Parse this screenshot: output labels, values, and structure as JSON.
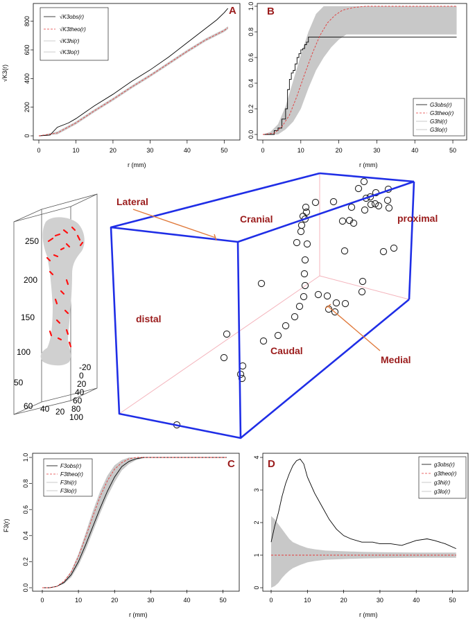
{
  "colors": {
    "envelope": "#c8c8c8",
    "theoretical": "#e23a3a",
    "observed": "#000000",
    "box_edge": "#1f2ee6",
    "box_inner": "#f4b4bc",
    "pointer": "#e07a3c",
    "label": "#9a1b1b",
    "bone": "#d0d0d0",
    "marker": "#ff1010"
  },
  "chart_data": [
    {
      "id": "A",
      "panel_letter": "A",
      "type": "line",
      "xlabel": "r (mm)",
      "ylabel": "√K3(r)",
      "xlim": [
        0,
        52
      ],
      "ylim": [
        0,
        900
      ],
      "xticks": [
        "0",
        "10",
        "20",
        "30",
        "40",
        "50"
      ],
      "yticks": [
        "0",
        "200",
        "400",
        "600",
        "800"
      ],
      "legend": {
        "placement": "top-left",
        "entries": [
          "√K3obs(r)",
          "√K3theo(r)",
          "√K3hi(r)",
          "√K3lo(r)"
        ]
      },
      "series": [
        {
          "name": "obs",
          "style": "solid-black",
          "x": [
            0,
            3,
            5,
            8,
            10,
            15,
            20,
            25,
            30,
            35,
            40,
            45,
            48,
            50,
            51
          ],
          "y": [
            0,
            5,
            60,
            90,
            120,
            210,
            290,
            380,
            460,
            550,
            650,
            750,
            810,
            860,
            890
          ]
        },
        {
          "name": "theo",
          "style": "dashed-red",
          "x": [
            0,
            5,
            10,
            15,
            20,
            25,
            30,
            35,
            40,
            45,
            50,
            51
          ],
          "y": [
            0,
            20,
            90,
            175,
            255,
            340,
            420,
            505,
            590,
            670,
            735,
            755
          ]
        },
        {
          "name": "hi",
          "style": "envelope",
          "x": [
            0,
            5,
            10,
            15,
            20,
            25,
            30,
            35,
            40,
            45,
            50,
            51
          ],
          "y": [
            0,
            30,
            100,
            185,
            265,
            350,
            430,
            515,
            600,
            680,
            745,
            765
          ]
        },
        {
          "name": "lo",
          "style": "envelope",
          "x": [
            0,
            5,
            10,
            15,
            20,
            25,
            30,
            35,
            40,
            45,
            50,
            51
          ],
          "y": [
            0,
            10,
            80,
            165,
            245,
            330,
            410,
            495,
            580,
            660,
            725,
            745
          ]
        }
      ]
    },
    {
      "id": "B",
      "panel_letter": "B",
      "type": "line",
      "xlabel": "r (mm)",
      "ylabel": "",
      "xlim": [
        0,
        52
      ],
      "ylim": [
        0,
        1
      ],
      "xticks": [
        "0",
        "10",
        "20",
        "30",
        "40",
        "50"
      ],
      "yticks": [
        "0.0",
        "0.2",
        "0.4",
        "0.6",
        "0.8",
        "1.0"
      ],
      "legend": {
        "placement": "bottom-right",
        "entries": [
          "G3obs(r)",
          "G3theo(r)",
          "G3hi(r)",
          "G3lo(r)"
        ]
      },
      "series": [
        {
          "name": "obs",
          "style": "step-black",
          "x": [
            0,
            2.5,
            3,
            4,
            5,
            6,
            6.5,
            7,
            7.5,
            8,
            8.5,
            9,
            9.5,
            10,
            10.5,
            11,
            11.5,
            12,
            13,
            14,
            51
          ],
          "y": [
            0,
            0,
            0.03,
            0.05,
            0.12,
            0.2,
            0.35,
            0.43,
            0.48,
            0.5,
            0.55,
            0.6,
            0.63,
            0.66,
            0.67,
            0.7,
            0.72,
            0.76,
            0.76,
            0.76,
            0.76
          ]
        },
        {
          "name": "theo",
          "style": "dashed-red",
          "x": [
            0,
            3,
            5,
            7,
            9,
            11,
            13,
            15,
            17,
            19,
            21,
            24,
            27,
            30,
            51
          ],
          "y": [
            0,
            0.01,
            0.06,
            0.15,
            0.3,
            0.47,
            0.63,
            0.77,
            0.87,
            0.93,
            0.97,
            0.99,
            1.0,
            1.0,
            1.0
          ]
        },
        {
          "name": "hi",
          "style": "envelope",
          "x": [
            0,
            2,
            4,
            6,
            8,
            10,
            12,
            14,
            16,
            51
          ],
          "y": [
            0,
            0.02,
            0.08,
            0.22,
            0.42,
            0.62,
            0.8,
            0.94,
            1.0,
            1.0
          ]
        },
        {
          "name": "lo",
          "style": "envelope",
          "x": [
            0,
            4,
            6,
            8,
            10,
            12,
            14,
            16,
            18,
            20,
            22,
            51
          ],
          "y": [
            0,
            0,
            0.04,
            0.1,
            0.2,
            0.36,
            0.5,
            0.6,
            0.68,
            0.74,
            0.78,
            0.78
          ]
        }
      ]
    },
    {
      "id": "C",
      "panel_letter": "C",
      "type": "line",
      "xlabel": "r (mm)",
      "ylabel": "F3(r)",
      "xlim": [
        0,
        52
      ],
      "ylim": [
        0,
        1
      ],
      "xticks": [
        "0",
        "10",
        "20",
        "30",
        "40",
        "50"
      ],
      "yticks": [
        "0.0",
        "0.2",
        "0.4",
        "0.6",
        "0.8",
        "1.0"
      ],
      "legend": {
        "placement": "top-left",
        "entries": [
          "F3obs(r)",
          "F3theo(r)",
          "F3hi(r)",
          "F3lo(r)"
        ]
      },
      "series": [
        {
          "name": "obs",
          "style": "solid-black",
          "x": [
            0,
            2,
            4,
            6,
            8,
            10,
            12,
            14,
            16,
            18,
            20,
            22,
            24,
            26,
            28,
            30,
            51
          ],
          "y": [
            0,
            0,
            0.01,
            0.04,
            0.1,
            0.2,
            0.33,
            0.47,
            0.61,
            0.74,
            0.85,
            0.93,
            0.97,
            0.99,
            1.0,
            1.0,
            1.0
          ]
        },
        {
          "name": "theo",
          "style": "dashed-red",
          "x": [
            0,
            2,
            4,
            6,
            8,
            10,
            12,
            14,
            16,
            18,
            20,
            22,
            24,
            26,
            28,
            30,
            51
          ],
          "y": [
            0,
            0,
            0.01,
            0.05,
            0.12,
            0.24,
            0.39,
            0.55,
            0.7,
            0.82,
            0.91,
            0.96,
            0.99,
            1.0,
            1.0,
            1.0,
            1.0
          ]
        },
        {
          "name": "hi",
          "style": "envelope",
          "x": [
            0,
            2,
            4,
            6,
            8,
            10,
            12,
            14,
            16,
            18,
            20,
            22,
            24,
            26,
            51
          ],
          "y": [
            0,
            0,
            0.01,
            0.05,
            0.13,
            0.26,
            0.42,
            0.59,
            0.74,
            0.86,
            0.94,
            0.98,
            1.0,
            1.0,
            1.0
          ]
        },
        {
          "name": "lo",
          "style": "envelope",
          "x": [
            0,
            2,
            4,
            6,
            8,
            10,
            12,
            14,
            16,
            18,
            20,
            22,
            24,
            26,
            28,
            30,
            51
          ],
          "y": [
            0,
            0,
            0.01,
            0.03,
            0.08,
            0.17,
            0.29,
            0.43,
            0.57,
            0.7,
            0.81,
            0.9,
            0.95,
            0.98,
            0.995,
            1.0,
            1.0
          ]
        }
      ]
    },
    {
      "id": "D",
      "panel_letter": "D",
      "type": "line",
      "xlabel": "r (mm)",
      "ylabel": "",
      "xlim": [
        0,
        52
      ],
      "ylim": [
        0,
        4
      ],
      "xticks": [
        "0",
        "10",
        "20",
        "30",
        "40",
        "50"
      ],
      "yticks": [
        "0",
        "1",
        "2",
        "3",
        "4"
      ],
      "legend": {
        "placement": "top-right",
        "entries": [
          "g3obs(r)",
          "g3theo(r)",
          "g3hi(r)",
          "g3lo(r)"
        ]
      },
      "series": [
        {
          "name": "obs",
          "style": "solid-black",
          "x": [
            0,
            1,
            2,
            3,
            4,
            5,
            6,
            7,
            8,
            9,
            10,
            12,
            14,
            16,
            18,
            20,
            22,
            25,
            28,
            30,
            33,
            36,
            40,
            43,
            45,
            48,
            51
          ],
          "y": [
            1.4,
            1.9,
            2.3,
            2.8,
            3.2,
            3.5,
            3.75,
            3.9,
            3.95,
            3.8,
            3.4,
            2.9,
            2.5,
            2.1,
            1.8,
            1.6,
            1.5,
            1.4,
            1.4,
            1.35,
            1.35,
            1.3,
            1.45,
            1.5,
            1.45,
            1.35,
            1.2
          ]
        },
        {
          "name": "theo",
          "style": "dashed-red",
          "x": [
            0,
            51
          ],
          "y": [
            1,
            1
          ]
        },
        {
          "name": "hi",
          "style": "envelope",
          "x": [
            0,
            1,
            2,
            3,
            4,
            5,
            6,
            8,
            10,
            12,
            15,
            20,
            25,
            30,
            40,
            51
          ],
          "y": [
            2.2,
            2.1,
            1.95,
            1.8,
            1.65,
            1.5,
            1.4,
            1.3,
            1.22,
            1.18,
            1.14,
            1.12,
            1.1,
            1.09,
            1.08,
            1.08
          ]
        },
        {
          "name": "lo",
          "style": "envelope",
          "x": [
            0,
            1,
            2,
            3,
            4,
            5,
            6,
            8,
            10,
            12,
            15,
            20,
            25,
            30,
            40,
            51
          ],
          "y": [
            0.0,
            0.05,
            0.15,
            0.3,
            0.42,
            0.52,
            0.6,
            0.7,
            0.78,
            0.82,
            0.86,
            0.88,
            0.9,
            0.91,
            0.92,
            0.92
          ]
        }
      ]
    }
  ],
  "bone_view": {
    "axis_left_ticks": [
      "250",
      "200",
      "150",
      "100",
      "50"
    ],
    "axis_bottom_ticks": [
      "60",
      "40",
      "20"
    ],
    "axis_right_ticks": [
      "-20",
      "0",
      "20",
      "40",
      "60",
      "80",
      "100"
    ]
  },
  "box_view": {
    "labels": {
      "lateral": "Lateral",
      "cranial": "Cranial",
      "proximal": "proximal",
      "distal": "distal",
      "caudal": "Caudal",
      "medial": "Medial"
    }
  }
}
